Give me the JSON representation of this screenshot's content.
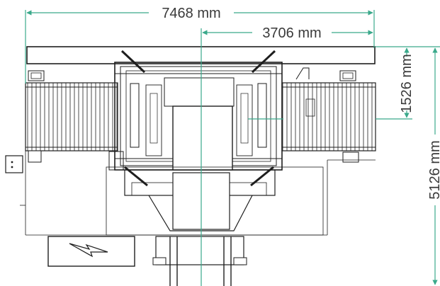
{
  "dimensions": {
    "overall_width": "7468 mm",
    "half_width": "3706 mm",
    "conveyor_width": "1526 mm",
    "overall_depth": "5126 mm"
  },
  "colors": {
    "dimension_line": "#3aa98b",
    "machine_line": "#1e1e1e",
    "background": "#ffffff"
  },
  "icons": {
    "control_panel": "electrical-cabinet-icon",
    "power": "lightning-bolt-icon"
  }
}
